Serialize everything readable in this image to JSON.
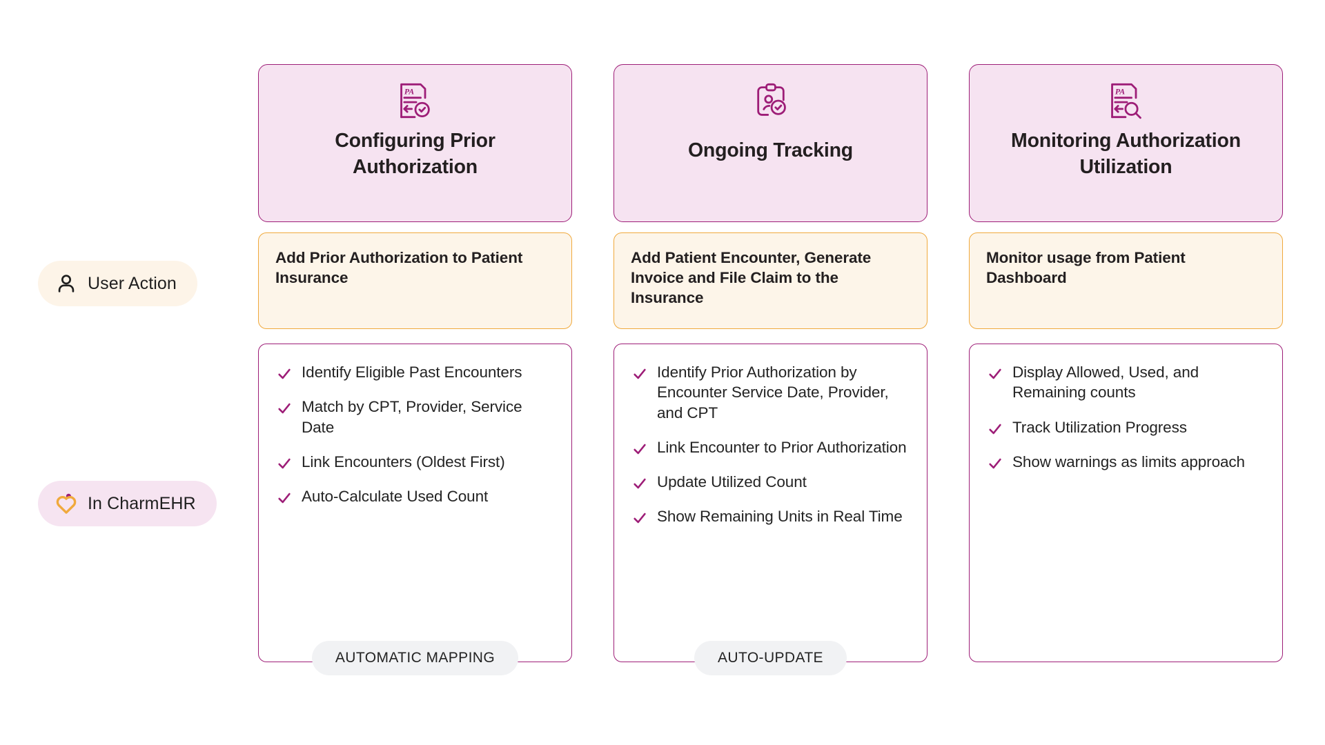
{
  "rail": {
    "items": [
      {
        "id": "user-action",
        "label": "User Action",
        "icon": "user-icon",
        "bg": "#fdf4e8"
      },
      {
        "id": "in-charmehr",
        "label": "In CharmEHR",
        "icon": "charmehr-heart-logo",
        "bg": "#f6e4f1"
      }
    ]
  },
  "colors": {
    "accent_magenta": "#9d1d77",
    "header_bg": "#f6e3f1",
    "action_bg": "#fdf5e9",
    "action_border": "#f0a93c",
    "badge_bg": "#f1f2f4",
    "logo_orange": "#f0a93c",
    "text_dark": "#231f20"
  },
  "columns": [
    {
      "id": "configuring-prior-authorization",
      "header": {
        "title": "Configuring Prior Authorization",
        "icon": "pa-document-check-icon"
      },
      "action": {
        "text": "Add Prior Authorization to Patient Insurance"
      },
      "checklist": [
        "Identify Eligible Past Encounters",
        "Match by CPT, Provider, Service Date",
        "Link Encounters (Oldest First)",
        "Auto-Calculate Used Count"
      ],
      "badge": "AUTOMATIC MAPPING"
    },
    {
      "id": "ongoing-tracking",
      "header": {
        "title": "Ongoing Tracking",
        "icon": "clipboard-patient-check-icon"
      },
      "action": {
        "text": "Add Patient Encounter, Generate Invoice and File Claim to the Insurance"
      },
      "checklist": [
        "Identify Prior Authorization by Encounter Service Date, Provider, and CPT",
        "Link Encounter to Prior Authorization",
        "Update Utilized Count",
        "Show Remaining Units in Real Time"
      ],
      "badge": "AUTO-UPDATE"
    },
    {
      "id": "monitoring-authorization-utilization",
      "header": {
        "title": "Monitoring Authorization Utilization",
        "icon": "pa-document-search-icon"
      },
      "action": {
        "text": "Monitor usage from Patient Dashboard"
      },
      "checklist": [
        "Display Allowed, Used, and Remaining counts",
        "Track Utilization Progress",
        "Show warnings as limits approach"
      ],
      "badge": ""
    }
  ]
}
